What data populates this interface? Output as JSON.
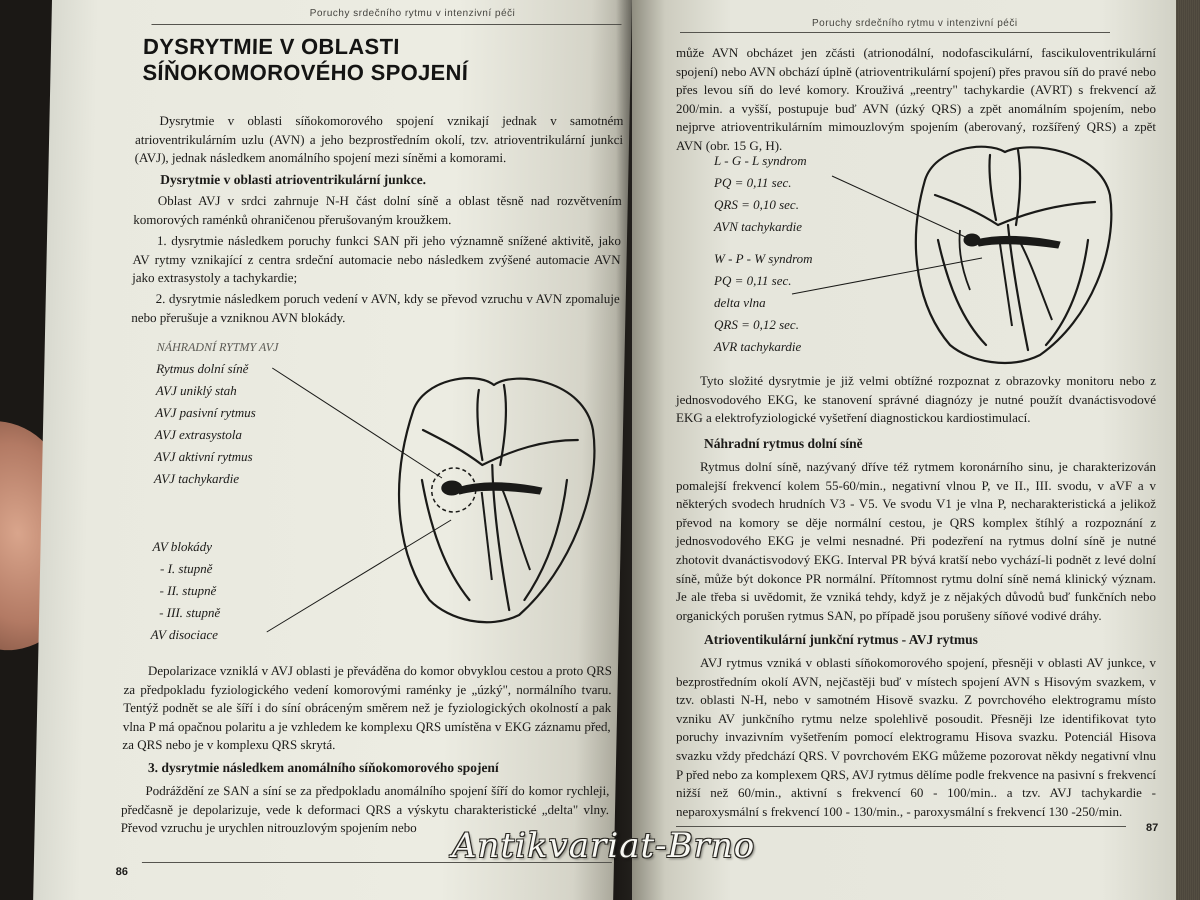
{
  "book": {
    "running_head": "Poruchy srdečního rytmu v intenzivní péči",
    "watermark": "Antikvariat-Brno"
  },
  "left_page": {
    "folio": "86",
    "heading_line1": "DYSRYTMIE V OBLASTI",
    "heading_line2": "SÍŇOKOMOROVÉHO SPOJENÍ",
    "intro": "Dysrytmie v oblasti síňokomorového spojení vznikají jednak v samotném atrioventrikulárním uzlu (AVN) a jeho bezprostředním okolí, tzv. atrioventrikulární junkci (AVJ), jednak následkem anomálního spojení mezi síněmi a komorami.",
    "subhead1": "Dysrytmie v oblasti atrioventrikulární junkce.",
    "para1": "Oblast AVJ v srdci zahrnuje N-H část dolní síně a oblast těsně nad rozvětvením komorových raménků ohraničenou přerušovaným kroužkem.",
    "para2": "1. dysrytmie následkem poruchy funkci SAN při jeho významně snížené aktivitě, jako AV rytmy vznikající z centra srdeční automacie nebo následkem zvýšené automacie AVN jako extrasystoly a tachykardie;",
    "para3": "2. dysrytmie následkem poruch vedení v AVN, kdy se převod vzruchu v AVN zpomaluje nebo přerušuje a vzniknou AVN blokády.",
    "figure_labels_top": [
      "NÁHRADNÍ RYTMY AVJ",
      "Rytmus dolní síně",
      "AVJ uniklý stah",
      "AVJ pasivní rytmus",
      "AVJ extrasystola",
      "AVJ aktivní rytmus",
      "AVJ tachykardie"
    ],
    "figure_labels_bottom": [
      "AV blokády",
      "- I. stupně",
      "- II. stupně",
      "- III. stupně",
      "AV disociace"
    ],
    "para4": "Depolarizace vzniklá v AVJ oblasti je převáděna do komor obvyklou cestou a proto QRS za předpokladu fyziologického vedení komorovými raménky je „úzký\", normálního tvaru. Tentýž podnět se ale šíří i do síní obráceným směrem než je fyziologických okolností a pak vlna P má opačnou polaritu a je vzhledem ke komplexu QRS umístěna v EKG záznamu před, za QRS nebo je v komplexu QRS skrytá.",
    "subhead2": "3. dysrytmie následkem anomálního síňokomorového spojení",
    "para5": "Podráždění ze SAN a síní se za předpokladu anomálního spojení šíří do komor rychleji, předčasně je depolarizuje, vede k deformaci QRS a výskytu charakteristické „delta\" vlny. Převod vzruchu je urychlen nitrouzlovým spojením nebo"
  },
  "right_page": {
    "folio": "87",
    "para1": "může AVN obcházet jen zčásti (atrionodální, nodofascikulární, fascikuloventrikulární spojení) nebo AVN obchází úplně (atrioventrikulární spojení) přes pravou síň do pravé nebo přes levou síň do levé komory. Krouživá „reentry\" tachykardie (AVRT) s frekvencí až 200/min. a vyšší, postupuje buď AVN (úzký QRS) a zpět anomálním spojením, nebo nejprve atrioventrikulárním mimouzlovým spojením (aberovaný, rozšířený QRS) a zpět AVN (obr. 15 G, H).",
    "figure_labels_top": [
      "L - G - L syndrom",
      "PQ = 0,11 sec.",
      "QRS = 0,10 sec.",
      "AVN tachykardie"
    ],
    "figure_labels_bottom": [
      "W - P - W syndrom",
      "PQ = 0,11 sec.",
      "delta vlna",
      "QRS = 0,12 sec.",
      "AVR tachykardie"
    ],
    "para2": "Tyto složité dysrytmie je již velmi obtížné rozpoznat z obrazovky monitoru nebo z jednosvodového EKG, ke stanovení správné diagnózy je nutné použít dvanáctisvodové EKG a elektrofyziologické vyšetření diagnostickou kardiostimulací.",
    "subhead1": "Náhradní rytmus dolní síně",
    "para3": "Rytmus dolní síně, nazývaný dříve též rytmem koronárního sinu, je charakterizován pomalejší frekvencí kolem 55-60/min., negativní vlnou P, ve II., III. svodu, v aVF a v některých svodech hrudních V3 - V5. Ve svodu V1 je vlna P, necharakteristická a jelikož převod na komory se děje normální cestou, je QRS komplex štíhlý a rozpoznání z jednosvodového EKG je velmi nesnadné. Při podezření na rytmus dolní síně je nutné zhotovit dvanáctisvodový EKG. Interval PR bývá kratší nebo vychází-li podnět z levé dolní síně, může být dokonce PR normální. Přítomnost rytmu dolní síně nemá klinický význam. Je ale třeba si uvědomit, že vzniká tehdy, když je z nějakých důvodů buď funkčních nebo organických porušen rytmus SAN, po případě jsou porušeny síňové vodivé dráhy.",
    "subhead2": "Atrioventikulární junkční rytmus - AVJ rytmus",
    "para4": "AVJ rytmus vzniká v oblasti síňokomorového spojení, přesněji v oblasti AV junkce, v bezprostředním okolí AVN, nejčastěji buď v místech spojení AVN s Hisovým svazkem, v tzv. oblasti N-H, nebo v samotném Hisově svazku. Z povrchového elektrogramu místo vzniku AV junkčního rytmu nelze spolehlivě posoudit. Přesněji lze identifikovat tyto poruchy invazivním vyšetřením pomocí elektrogramu Hisova svazku. Potenciál Hisova svazku vždy předchází QRS. V povrchovém EKG můžeme pozorovat někdy negativní vlnu P před nebo za komplexem QRS, AVJ rytmus dělíme podle frekvence na pasivní s frekvencí nižší než 60/min., aktivní s frekvencí 60 - 100/min.. a tzv. AVJ tachykardie - neparoxysmální s frekvencí 100 - 130/min., - paroxysmální s frekvencí 130 -250/min."
  }
}
